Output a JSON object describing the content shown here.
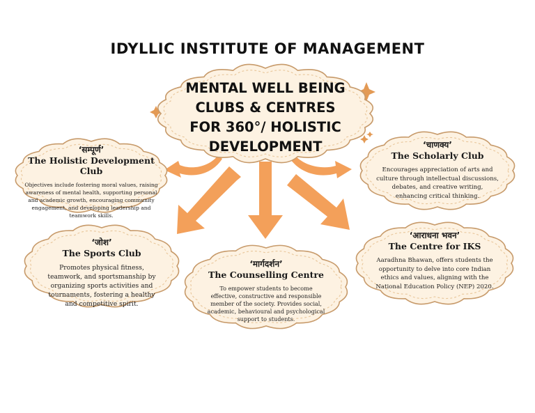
{
  "header": {
    "title": "IDYLLIC INSTITUTE OF MANAGEMENT"
  },
  "center": {
    "lines": [
      "MENTAL WELL BEING",
      "CLUBS & CENTRES",
      "FOR 360°/ HOLISTIC",
      "DEVELOPMENT"
    ]
  },
  "clubs": [
    {
      "hindi": "‘सम्पूर्ण’",
      "name": "The Holistic Development Club",
      "description": "Objectives include fostering moral values, raising awareness of mental health, supporting personal and academic growth, encouraging community engagement, and developing leadership and teamwork skills."
    },
    {
      "hindi": "‘चाणक्य’",
      "name": "The Scholarly Club",
      "description": "Encourages appreciation of arts and culture through intellectual discussions, debates, and creative writing, enhancing critical thinking."
    },
    {
      "hindi": "‘जोश’",
      "name": "The Sports Club",
      "description": "Promotes physical fitness, teamwork, and sportsmanship by organizing sports activities and tournaments, fostering a healthy and competitive spirit."
    },
    {
      "hindi": "‘मार्गदर्शन’",
      "name": "The Counselling Centre",
      "description": "To empower students to become effective, constructive and responsible member of the society. Provides social, academic, behavioural and psychological support to students."
    },
    {
      "hindi": "‘आराधना भवन’",
      "name": "The Centre for IKS",
      "description": "Aaradhna Bhawan, offers students the opportunity to delve into core Indian ethics and values, aligning with the National Education Policy (NEP) 2020."
    }
  ],
  "colors": {
    "cloud_fill": "#fdf2e2",
    "cloud_outline": "#c79a6a",
    "cloud_stitch": "#e8c69a",
    "arrow": "#f3a05a",
    "sparkle": "#e39a55",
    "text": "#1a1a1a"
  }
}
